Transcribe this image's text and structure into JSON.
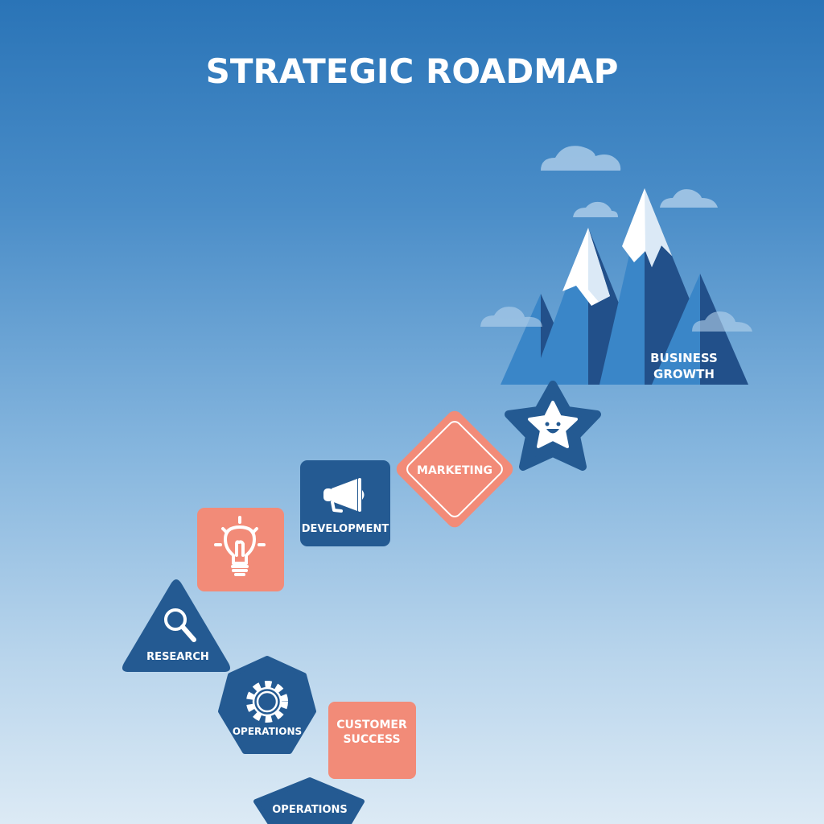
{
  "title": "STRATEGIC ROADMAP",
  "colors": {
    "navy": "#245a92",
    "salmon": "#f28b78",
    "sky_top": "#2a74b7",
    "sky_bottom": "#dceaf5"
  },
  "goal": {
    "label_line1": "BUSINESS",
    "label_line2": "GROWTH",
    "icon": "mountain-icon"
  },
  "steps": [
    {
      "label": "RESEARCH",
      "icon": "magnifier-icon",
      "shape": "triangle"
    },
    {
      "label": "",
      "icon": "lightbulb-icon",
      "shape": "square"
    },
    {
      "label": "DEVELOPMENT",
      "icon": "megaphone-icon",
      "shape": "square"
    },
    {
      "label": "MARKETING",
      "icon": "",
      "shape": "diamond"
    },
    {
      "label": "",
      "icon": "smiling-star-icon",
      "shape": "star"
    },
    {
      "label": "OPERATIONS",
      "icon": "gear-icon",
      "shape": "heptagon"
    },
    {
      "label_line1": "CUSTOMER",
      "label_line2": "SUCCESS",
      "shape": "square"
    },
    {
      "label": "OPERATIONS",
      "shape": "hexagon"
    }
  ]
}
